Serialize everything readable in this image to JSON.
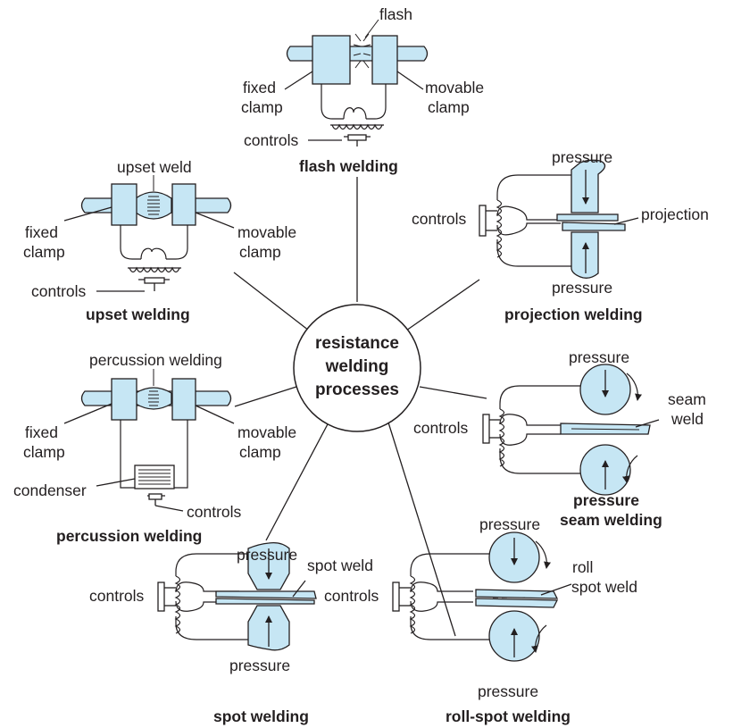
{
  "center": {
    "line1": "resistance",
    "line2": "welding",
    "line3": "processes"
  },
  "flash": {
    "title": "flash welding",
    "flash_label": "flash",
    "fixed1": "fixed",
    "fixed2": "clamp",
    "movable1": "movable",
    "movable2": "clamp",
    "controls": "controls"
  },
  "upset": {
    "title": "upset welding",
    "weld_label": "upset weld",
    "fixed1": "fixed",
    "fixed2": "clamp",
    "movable1": "movable",
    "movable2": "clamp",
    "controls": "controls"
  },
  "percussion": {
    "title": "percussion welding",
    "weld_label": "percussion welding",
    "fixed1": "fixed",
    "fixed2": "clamp",
    "movable1": "movable",
    "movable2": "clamp",
    "condenser": "condenser",
    "controls": "controls"
  },
  "projection": {
    "title": "projection welding",
    "pressure_top": "pressure",
    "pressure_bottom": "pressure",
    "projection_label": "projection",
    "controls": "controls"
  },
  "seam": {
    "title1": "pressure",
    "title2": "seam welding",
    "pressure": "pressure",
    "seam1": "seam",
    "seam2": "weld",
    "controls": "controls"
  },
  "spot": {
    "title": "spot welding",
    "pressure_top": "pressure",
    "pressure_bottom": "pressure",
    "spot_label": "spot weld",
    "controls": "controls"
  },
  "rollspot": {
    "title": "roll-spot welding",
    "pressure_top": "pressure",
    "pressure_bottom": "pressure",
    "roll1": "roll",
    "roll2": "spot weld",
    "controls": "controls"
  }
}
